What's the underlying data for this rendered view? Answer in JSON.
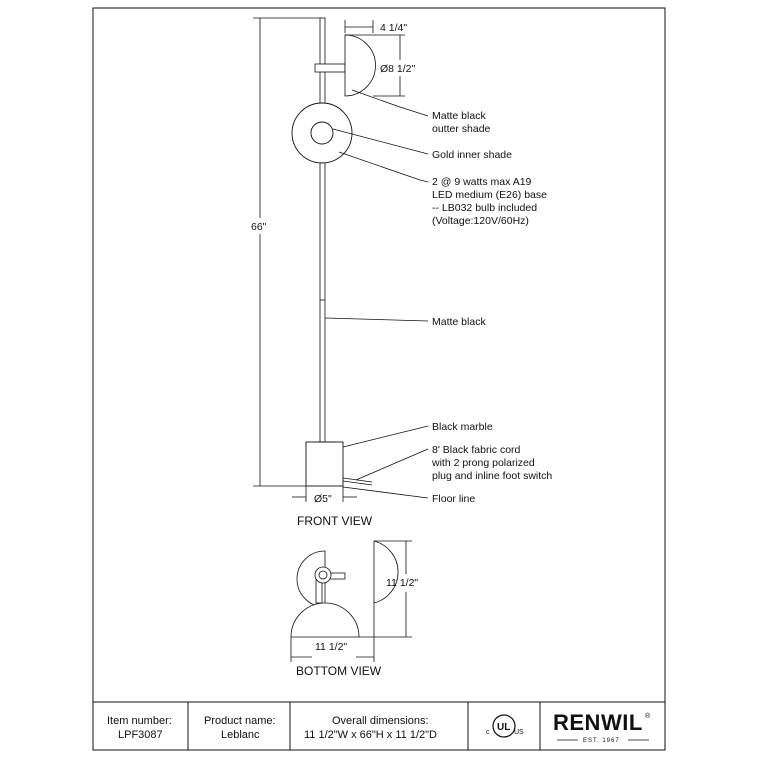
{
  "front_view": {
    "title": "FRONT VIEW",
    "dim_shade_depth": "4 1/4\"",
    "dim_shade_dia": "Ø8 1/2\"",
    "dim_height": "66\"",
    "dim_base_dia": "Ø5\"",
    "callouts": {
      "outer_shade": [
        "Matte black",
        "outter shade"
      ],
      "inner_shade": "Gold inner shade",
      "bulb": [
        "2 @ 9 watts max A19",
        "LED medium (E26) base",
        "-- LB032 bulb included",
        "(Voltage:120V/60Hz)"
      ],
      "pole": "Matte black",
      "base": "Black marble",
      "cord": [
        "8' Black fabric cord",
        "with 2 prong polarized",
        "plug and inline foot switch"
      ],
      "floor": "Floor line"
    }
  },
  "bottom_view": {
    "title": "BOTTOM VIEW",
    "dim_depth": "11 1/2\"",
    "dim_width": "11 1/2\""
  },
  "title_block": {
    "item_label": "Item number:",
    "item_value": "LPF3087",
    "product_label": "Product name:",
    "product_value": "Leblanc",
    "dims_label": "Overall dimensions:",
    "dims_value": "11 1/2\"W x 66\"H x 11 1/2\"D",
    "cert_mark": "UL",
    "cert_left": "c",
    "cert_right": "US",
    "brand": "RENWIL",
    "brand_mark": "®",
    "brand_est": "EST. 1967"
  }
}
